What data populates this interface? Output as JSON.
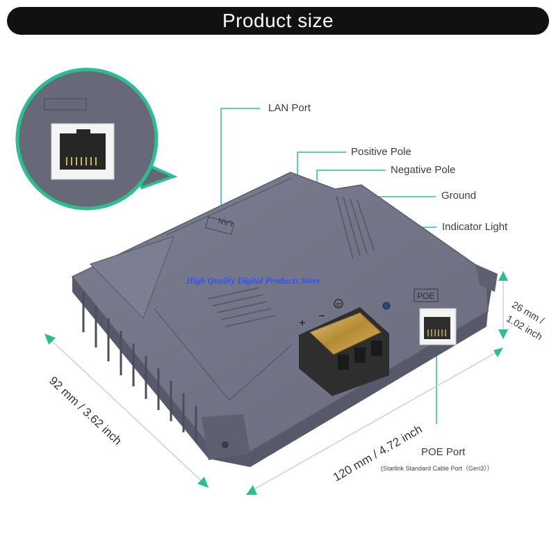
{
  "banner": {
    "title": "Product size"
  },
  "callouts": {
    "lan_port": "LAN Port",
    "positive_pole": "Positive Pole",
    "negative_pole": "Negative Pole",
    "ground": "Ground",
    "indicator_light": "Indicator Light",
    "poe_port": "POE Port",
    "poe_port_note": "(Starlink Standard Cable Port（Gen3））"
  },
  "device_labels": {
    "lan": "LAN",
    "poe": "POE",
    "plus": "+",
    "minus": "−"
  },
  "dimensions": {
    "length": "120 mm / 4.72 inch",
    "width": "92 mm / 3.62 inch",
    "height_mm": "26 mm /",
    "height_inch": "1.02 inch"
  },
  "watermark": "High Quality Digital Products Store",
  "colors": {
    "banner_bg": "#111111",
    "accent": "#2bbf8f",
    "device_body": "#6b6d7e",
    "device_top": "#74768a",
    "terminal_block": "#2e2e2e",
    "terminal_cover": "#c8a04a"
  }
}
